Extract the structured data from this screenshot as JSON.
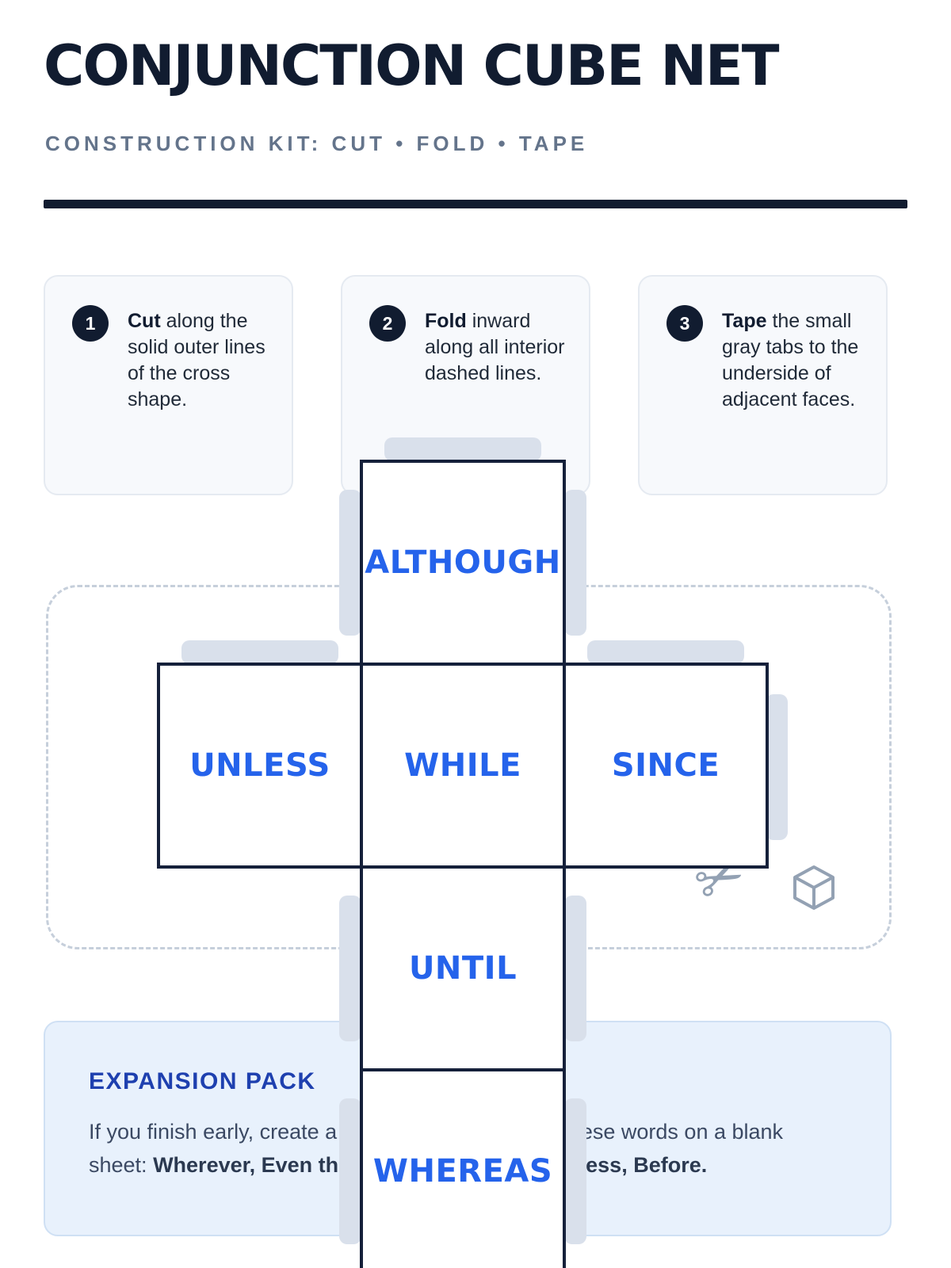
{
  "header": {
    "title": "CONJUNCTION CUBE NET",
    "subtitle": "CONSTRUCTION KIT: CUT • FOLD • TAPE"
  },
  "steps": [
    {
      "num": "1",
      "lead": "Cut",
      "text": "along the solid outer lines of the cross shape."
    },
    {
      "num": "2",
      "lead": "Fold",
      "text": "inward along all interior dashed lines."
    },
    {
      "num": "3",
      "lead": "Tape",
      "text": "the small gray tabs to the underside of adjacent faces."
    }
  ],
  "net": {
    "faces": {
      "top": "ALTHOUGH",
      "left": "UNLESS",
      "center": "WHILE",
      "right": "SINCE",
      "bottom": "UNTIL",
      "bottom2": "WHEREAS"
    }
  },
  "icons": {
    "scissors": "✂"
  },
  "expansion": {
    "heading": "EXPANSION PACK",
    "body_prefix": "If you finish early, create a second cube net using these words on a blank sheet: ",
    "body_bold": "Wherever, Even though, Provided that, Unless, Before."
  },
  "colors": {
    "navy": "#111c30",
    "face_label_blue": "#2563eb",
    "expansion_heading_blue": "#1e40af",
    "tab_gray": "#d9e0eb",
    "card_bg": "#f7f9fc",
    "expansion_bg": "#e8f1fc"
  }
}
